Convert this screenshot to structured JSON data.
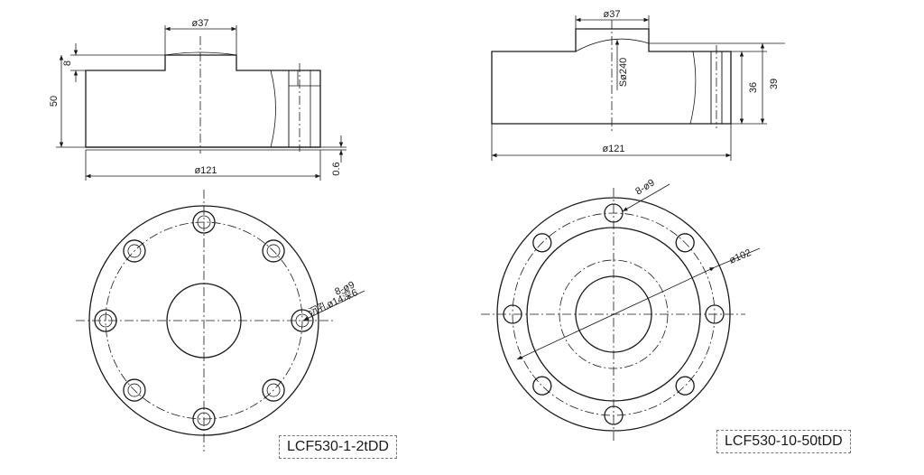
{
  "left": {
    "dims": {
      "top_boss": "ø37",
      "boss_height": "8",
      "total_height": "50",
      "diameter": "ø121",
      "offset": "0.6",
      "holes_count": "8-ø9",
      "holes_note": "沉孔ø14深6"
    },
    "model": "LCF530-1-2tDD"
  },
  "right": {
    "dims": {
      "top_boss": "ø37",
      "sphere": "Sø240",
      "h36": "36",
      "h39": "39",
      "diameter": "ø121",
      "holes_count": "8-ø9",
      "bolt_circle": "ø102"
    },
    "model": "LCF530-10-50tDD"
  }
}
